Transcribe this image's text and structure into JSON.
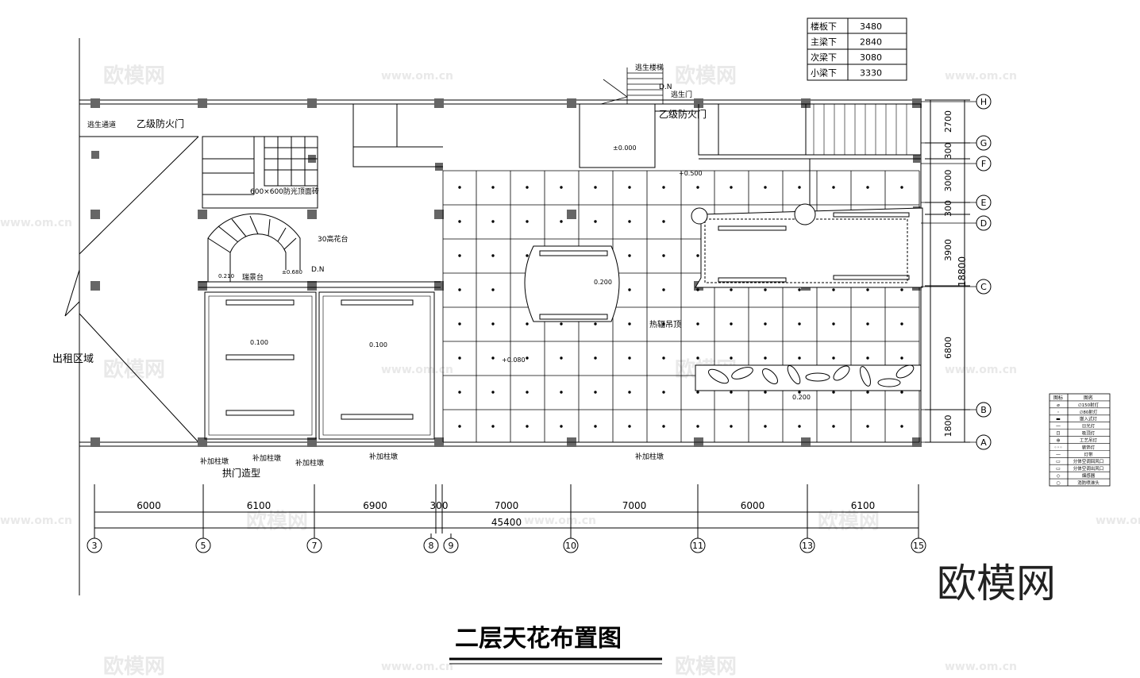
{
  "title": "二层天花布置图",
  "watermark": {
    "brand": "欧模网",
    "site": "www.om.cn"
  },
  "height_table": [
    {
      "label": "楼板下",
      "value": "3480"
    },
    {
      "label": "主梁下",
      "value": "2840"
    },
    {
      "label": "次梁下",
      "value": "3080"
    },
    {
      "label": "小梁下",
      "value": "3330"
    }
  ],
  "labels": {
    "escape_stair": "逃生楼梯",
    "dn_top": "D.N",
    "escape_door": "逃生门",
    "escape_corridor": "逃生通道",
    "fire_door_b_left": "乙级防火门",
    "fire_door_b_right": "乙级防火门",
    "tile_note": "600×600防光顶面砖",
    "flower_bed": "30高花台",
    "viewing_platform": "瑞景台",
    "dn_stair": "D.N",
    "rental_area": "出租区域",
    "heat_ceiling": "热辐吊顶",
    "col_add_1": "补加柱墩",
    "col_add_2": "补加柱墩",
    "col_add_3": "补加柱墩",
    "col_add_4": "补加柱墩",
    "col_add_5": "补加柱墩",
    "arch_door": "拱门造型"
  },
  "levels": {
    "l1": "±0.000",
    "l2": "+0.500",
    "l3": "0.200",
    "l4": "0.100",
    "l5": "0.100",
    "l6": "+0.080",
    "l7": "0.200",
    "l8": "±0.680",
    "l9": "0.210"
  },
  "dimensions": {
    "bays": [
      "6000",
      "6100",
      "6900",
      "300",
      "7000",
      "7000",
      "6000",
      "6100"
    ],
    "total": "45400",
    "right_spans": [
      "2700",
      "300",
      "3000",
      "300",
      "3900",
      "6800",
      "1800"
    ],
    "right_total": "18800"
  },
  "axes": {
    "vertical": [
      "3",
      "5",
      "7",
      "8",
      "9",
      "10",
      "11",
      "13",
      "15"
    ],
    "horizontal": [
      "H",
      "G",
      "F",
      "E",
      "D",
      "C",
      "B",
      "A"
    ]
  },
  "legend": {
    "header": [
      "图标",
      "图名"
    ],
    "items": [
      {
        "symbol": "⌀",
        "name": "∅150射灯"
      },
      {
        "symbol": "◦",
        "name": "∅80射灯"
      },
      {
        "symbol": "▬",
        "name": "嵌入式灯"
      },
      {
        "symbol": "—",
        "name": "日光灯"
      },
      {
        "symbol": "⊡",
        "name": "吸顶灯"
      },
      {
        "symbol": "⊕",
        "name": "工艺吊灯"
      },
      {
        "symbol": "◦◦◦",
        "name": "装饰灯"
      },
      {
        "symbol": "—",
        "name": "灯带"
      },
      {
        "symbol": "▭",
        "name": "分体空调回风口"
      },
      {
        "symbol": "▭",
        "name": "分体空调出风口"
      },
      {
        "symbol": "◇",
        "name": "烟感器"
      },
      {
        "symbol": "○",
        "name": "消防喷淋头"
      }
    ]
  }
}
